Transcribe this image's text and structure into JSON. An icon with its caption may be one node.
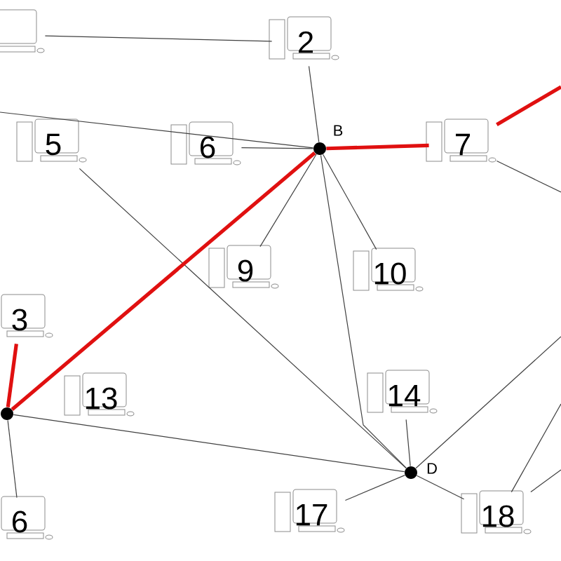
{
  "diagram": {
    "nodes": [
      {
        "text": [],
        "shape": "computer"
      },
      {
        "text": [
          "2"
        ]
      },
      {
        "text": [
          "5"
        ]
      },
      {
        "text": [
          "6"
        ]
      },
      {
        "text": [],
        "shape": "circle",
        "beside": [
          "B"
        ]
      },
      {
        "text": [
          "7"
        ]
      },
      {
        "text": [
          "9"
        ]
      },
      {
        "text": [
          "10"
        ]
      },
      {
        "text": [
          "3"
        ]
      },
      {
        "text": [],
        "shape": "circle"
      },
      {
        "text": [
          "13"
        ]
      },
      {
        "text": [
          "14"
        ]
      },
      {
        "text": [],
        "shape": "circle",
        "beside": [
          "D"
        ]
      },
      {
        "text": [
          "6"
        ]
      },
      {
        "text": [
          "17"
        ]
      },
      {
        "text": [
          "18"
        ]
      }
    ],
    "edges": [
      {
        "from": 0,
        "to": 1,
        "arrow": "none"
      },
      {
        "from": null,
        "to": 4,
        "arrow": "none"
      },
      {
        "from": 3,
        "to": 4,
        "arrow": "none"
      },
      {
        "from": 2,
        "to": 12,
        "arrow": "none"
      },
      {
        "from": 1,
        "to": 4,
        "arrow": "none"
      },
      {
        "from": 9,
        "to": 4,
        "arrow": "none",
        "style": "thick",
        "color": "#e01010"
      },
      {
        "from": 4,
        "to": 5,
        "arrow": "none",
        "style": "thick",
        "color": "#e01010"
      },
      {
        "from": 5,
        "to": null,
        "arrow": "none",
        "style": "thick",
        "color": "#e01010"
      },
      {
        "from": 8,
        "to": 9,
        "arrow": "none",
        "style": "thick",
        "color": "#e01010"
      },
      {
        "from": 4,
        "to": 6,
        "arrow": "none"
      },
      {
        "from": 4,
        "to": 7,
        "arrow": "none"
      },
      {
        "from": 4,
        "to": 12,
        "arrow": "none"
      },
      {
        "from": 5,
        "to": null,
        "arrow": "none"
      },
      {
        "from": 9,
        "to": 12,
        "arrow": "none"
      },
      {
        "from": 9,
        "to": 13,
        "arrow": "none"
      },
      {
        "from": 11,
        "to": 12,
        "arrow": "none"
      },
      {
        "from": 12,
        "to": 14,
        "arrow": "none"
      },
      {
        "from": 12,
        "to": 15,
        "arrow": "none"
      },
      {
        "from": 12,
        "to": null,
        "arrow": "none"
      },
      {
        "from": 15,
        "to": null,
        "arrow": "none"
      },
      {
        "from": 15,
        "to": null,
        "arrow": "none"
      }
    ]
  }
}
